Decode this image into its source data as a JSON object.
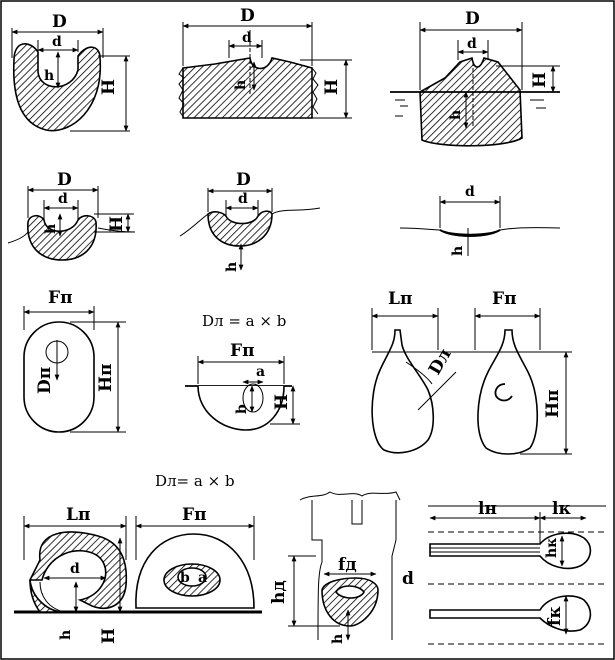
{
  "labels": {
    "D": "D",
    "d": "d",
    "H": "H",
    "h": "h",
    "Fp": "Fп",
    "Dp": "Dп",
    "Hp": "Hп",
    "Lp": "Lп",
    "Dl": "Dл",
    "a": "a",
    "b": "b",
    "fd": "fд",
    "hd": "hд",
    "ln": "lн",
    "lk": "lк",
    "hk": "hк",
    "fk": "fк"
  },
  "formulas": {
    "panel7": "Dл = a × b",
    "panel10": "Dл= a × b"
  }
}
